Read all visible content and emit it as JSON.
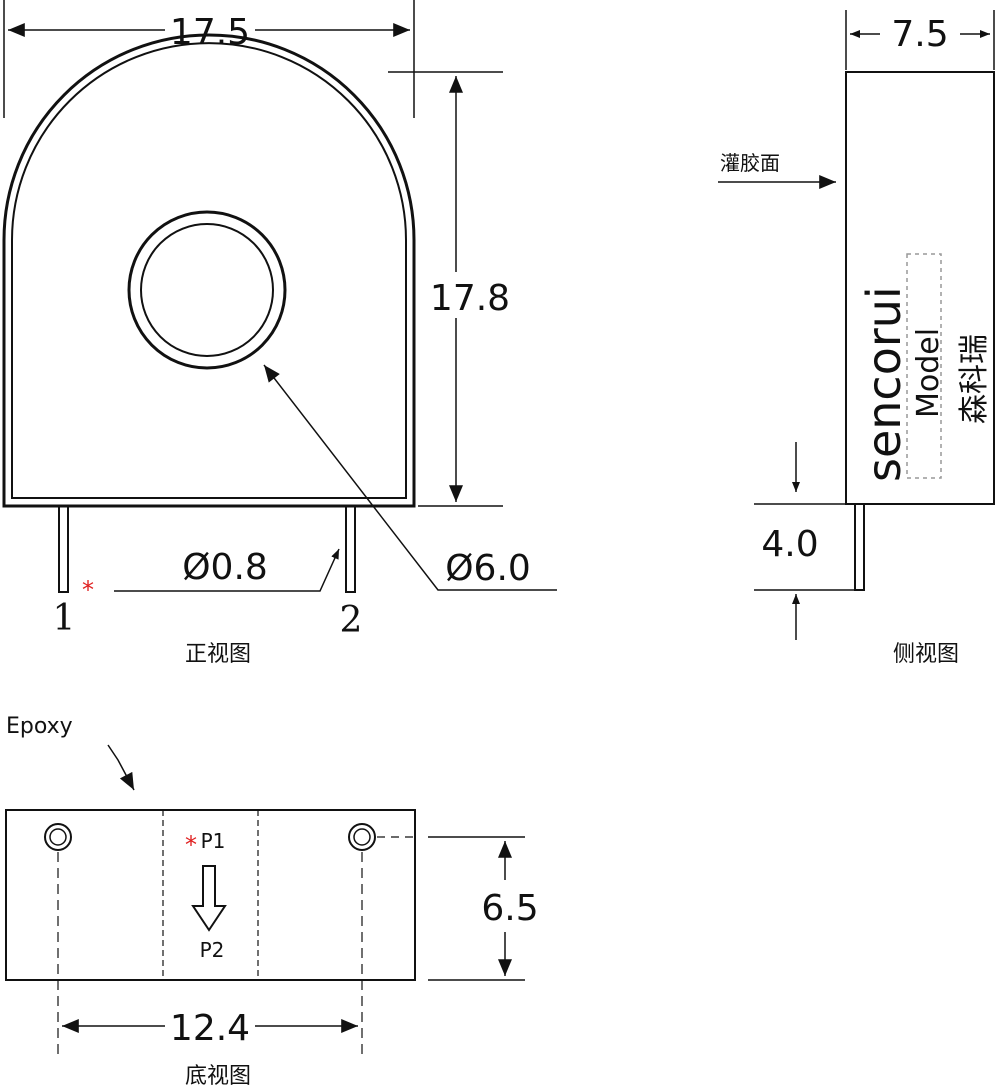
{
  "front_view": {
    "width_dim": "17.5",
    "height_dim": "17.8",
    "pin_dia": "Ø0.8",
    "hole_dia": "Ø6.0",
    "pin1": "1",
    "pin2": "2",
    "polarity_mark": "*",
    "caption": "正视图"
  },
  "side_view": {
    "thickness_dim": "7.5",
    "potting_label": "灌胶面",
    "brand": "sencorui",
    "model": "Model",
    "brand_cn": "森科瑞",
    "pin_length_dim": "4.0",
    "caption": "侧视图"
  },
  "bottom_view": {
    "epoxy_label": "Epoxy",
    "p1_mark": "*",
    "p1": "P1",
    "p2": "P2",
    "height_dim": "6.5",
    "pitch_dim": "12.4",
    "caption": "底视图"
  }
}
